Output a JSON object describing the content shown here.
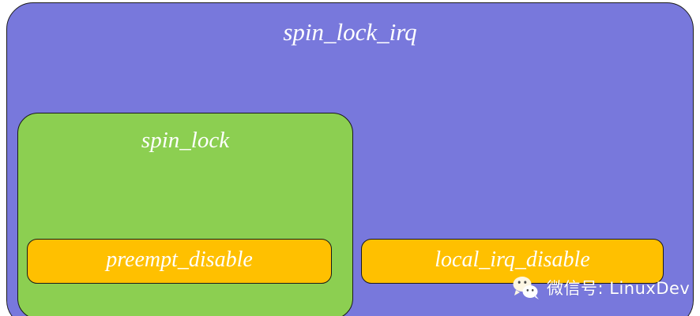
{
  "diagram": {
    "type": "nested-containment",
    "title": "spin_lock_irq",
    "palette": {
      "outer_fill": "#7878dc",
      "middle_fill": "#8ccf51",
      "leaf_fill": "#ffc000",
      "stroke": "#1a1a1a",
      "label_color": "#ffffff",
      "background": "#ffffff"
    },
    "nodes": {
      "outer": {
        "label": "spin_lock_irq",
        "fill": "#7878dc"
      },
      "middle": {
        "label": "spin_lock",
        "fill": "#8ccf51"
      },
      "leaf_left": {
        "label": "preempt_disable",
        "fill": "#ffc000"
      },
      "leaf_right": {
        "label": "local_irq_disable",
        "fill": "#ffc000"
      }
    }
  },
  "watermark": {
    "icon": "wechat-icon",
    "text": "微信号: LinuxDev"
  }
}
